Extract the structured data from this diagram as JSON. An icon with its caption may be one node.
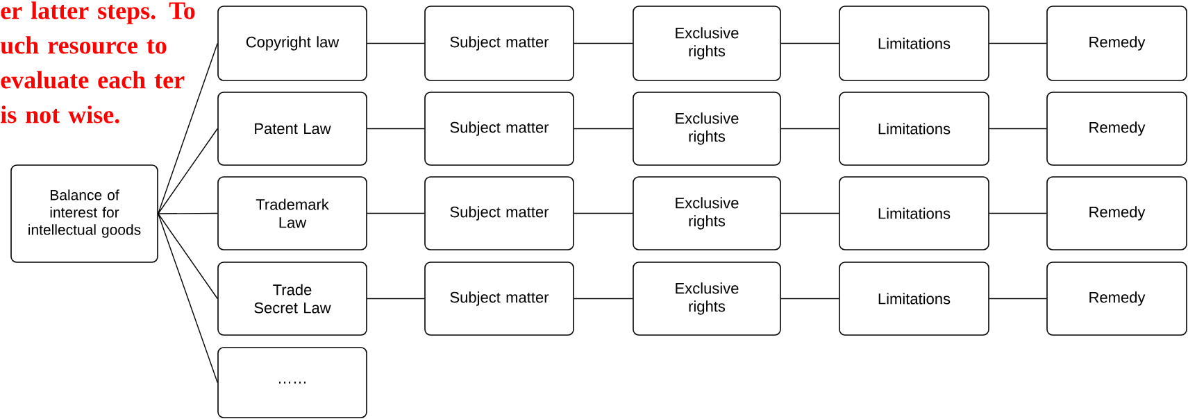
{
  "diagram": {
    "nodes": [
      {
        "text": [
          "Balance of interest for intellectual goods"
        ]
      },
      {
        "text": [
          "Copyright law"
        ]
      },
      {
        "text": [
          "Subject matter"
        ]
      },
      {
        "text": [
          "Exclusive rights"
        ]
      },
      {
        "text": [
          "Limitations"
        ]
      },
      {
        "text": [
          "Remedy"
        ]
      },
      {
        "text": [
          "Patent Law"
        ]
      },
      {
        "text": [
          "Subject matter"
        ]
      },
      {
        "text": [
          "Exclusive rights"
        ]
      },
      {
        "text": [
          "Limitations"
        ]
      },
      {
        "text": [
          "Remedy"
        ]
      },
      {
        "text": [
          "Trademark Law"
        ]
      },
      {
        "text": [
          "Subject matter"
        ]
      },
      {
        "text": [
          "Exclusive rights"
        ]
      },
      {
        "text": [
          "Limitations"
        ]
      },
      {
        "text": [
          "Remedy"
        ]
      },
      {
        "text": [
          "Trade Secret Law"
        ]
      },
      {
        "text": [
          "Subject matter"
        ]
      },
      {
        "text": [
          "Exclusive rights"
        ]
      },
      {
        "text": [
          "Limitations"
        ]
      },
      {
        "text": [
          "Remedy"
        ]
      },
      {
        "text": [
          "……"
        ]
      }
    ],
    "edges": [
      {
        "from": 0,
        "to": 1,
        "arrow": "none"
      },
      {
        "from": 0,
        "to": 6,
        "arrow": "none"
      },
      {
        "from": 0,
        "to": 11,
        "arrow": "none"
      },
      {
        "from": 0,
        "to": 16,
        "arrow": "none"
      },
      {
        "from": 0,
        "to": 21,
        "arrow": "none"
      },
      {
        "from": 1,
        "to": 2,
        "arrow": "none"
      },
      {
        "from": 2,
        "to": 3,
        "arrow": "none"
      },
      {
        "from": 3,
        "to": 4,
        "arrow": "none"
      },
      {
        "from": 4,
        "to": 5,
        "arrow": "none"
      },
      {
        "from": 6,
        "to": 7,
        "arrow": "none"
      },
      {
        "from": 7,
        "to": 8,
        "arrow": "none"
      },
      {
        "from": 8,
        "to": 9,
        "arrow": "none"
      },
      {
        "from": 9,
        "to": 10,
        "arrow": "none"
      },
      {
        "from": 11,
        "to": 12,
        "arrow": "none"
      },
      {
        "from": 12,
        "to": 13,
        "arrow": "none"
      },
      {
        "from": 13,
        "to": 14,
        "arrow": "none"
      },
      {
        "from": 14,
        "to": 15,
        "arrow": "none"
      },
      {
        "from": 16,
        "to": 17,
        "arrow": "none"
      },
      {
        "from": 17,
        "to": 18,
        "arrow": "none"
      },
      {
        "from": 18,
        "to": 19,
        "arrow": "none"
      },
      {
        "from": 19,
        "to": 20,
        "arrow": "none"
      }
    ],
    "labels": [
      "er latter steps. To uch resource to evaluate each ter is not wise."
    ]
  }
}
